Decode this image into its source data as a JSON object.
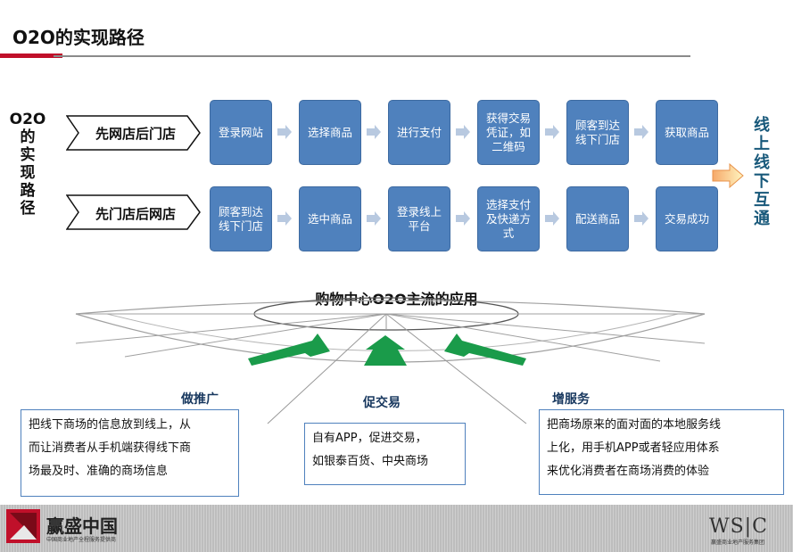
{
  "title": "O2O的实现路径",
  "left_label_chars": [
    "O2O",
    "的",
    "实",
    "现",
    "路",
    "径"
  ],
  "row1": {
    "label": "先网店后门店",
    "steps": [
      "登录网站",
      "选择商品",
      "进行支付",
      "获得交易凭证，如二维码",
      "顾客到达线下门店",
      "获取商品"
    ]
  },
  "row2": {
    "label": "先门店后网店",
    "steps": [
      "顾客到达线下门店",
      "选中商品",
      "登录线上平台",
      "选择支付及快递方式",
      "配送商品",
      "交易成功"
    ]
  },
  "right_label_chars": [
    "线",
    "上",
    "线",
    "下",
    "互",
    "通"
  ],
  "colors": {
    "box": "#4f81bd",
    "accent_red": "#c0102a",
    "green": "#1a9b4a",
    "teal": "#17587a"
  },
  "mall": {
    "title": "购物中心O2O主流的应用",
    "categories": [
      {
        "name": "做推广",
        "desc_lines": [
          "把线下商场的信息放到线上，从",
          "而让消费者从手机端获得线下商",
          "场最及时、准确的商场信息"
        ]
      },
      {
        "name": "促交易",
        "desc_lines": [
          "自有APP，促进交易，",
          "如银泰百货、中央商场"
        ]
      },
      {
        "name": "增服务",
        "desc_lines": [
          "把商场原来的面对面的本地服务线",
          "上化，用手机APP或者轻应用体系",
          "来优化消费者在商场消费的体验"
        ]
      }
    ]
  },
  "footer": {
    "logo_name": "赢盛中国",
    "logo_sub": "中国商业地产全程服务提供商",
    "right_logo": "WS|C",
    "right_sub": "赢盛商业地产服务集团"
  }
}
